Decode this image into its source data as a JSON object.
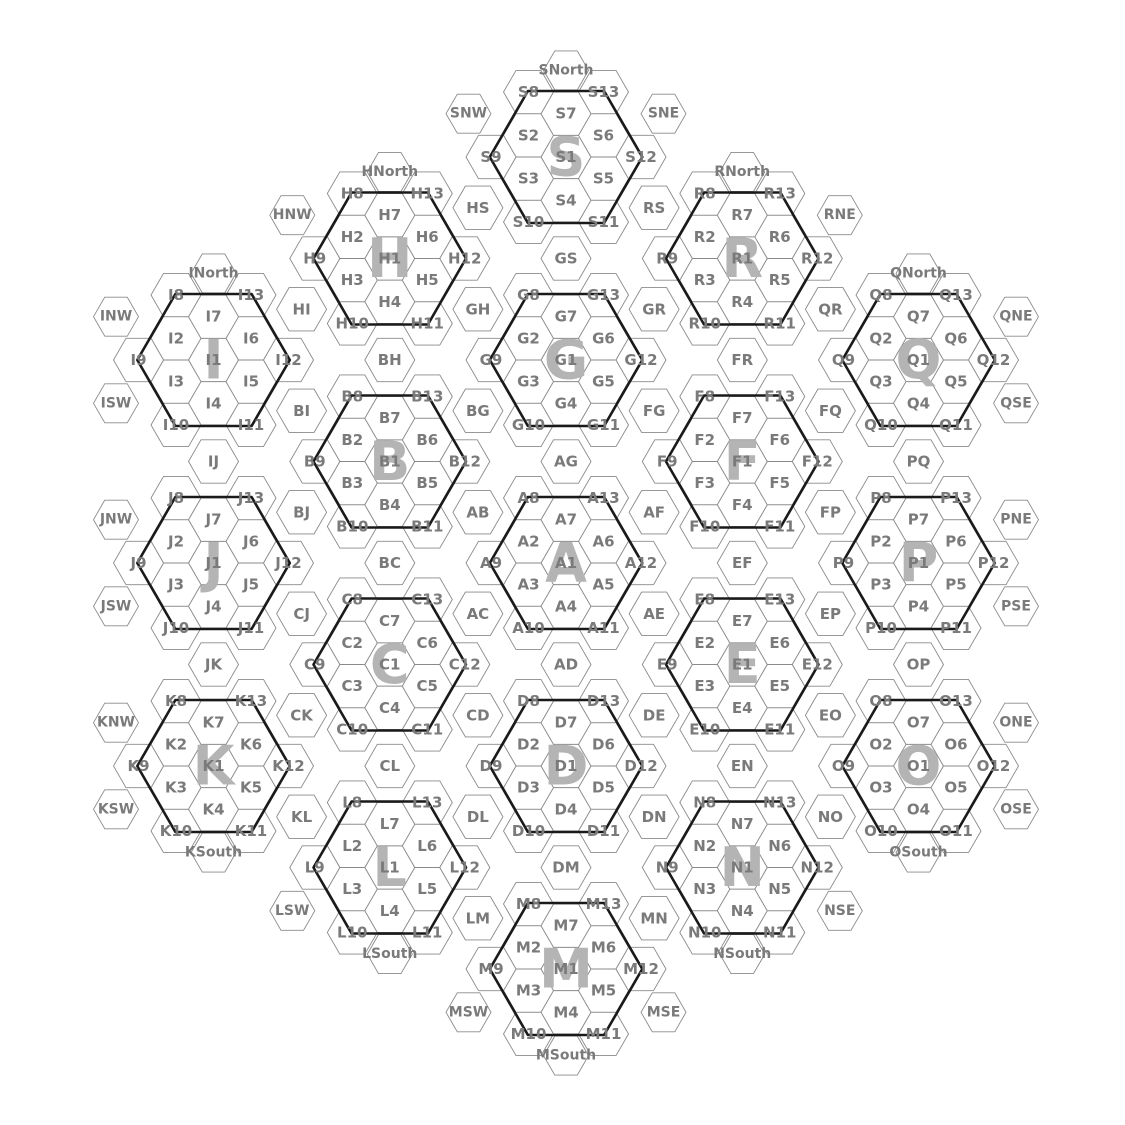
{
  "map": {
    "regions": [
      {
        "id": "A",
        "letter": "A",
        "cells": [
          "A1",
          "A2",
          "A3",
          "A4",
          "A5",
          "A6",
          "A7",
          "A8",
          "A9",
          "A10",
          "A11",
          "A12",
          "A13"
        ]
      },
      {
        "id": "B",
        "letter": "B",
        "cells": [
          "B1",
          "B2",
          "B3",
          "B4",
          "B5",
          "B6",
          "B7",
          "B8",
          "B9",
          "B10",
          "B11",
          "B12",
          "B13"
        ]
      },
      {
        "id": "C",
        "letter": "C",
        "cells": [
          "C1",
          "C2",
          "C3",
          "C4",
          "C5",
          "C6",
          "C7",
          "C8",
          "C9",
          "C10",
          "C11",
          "C12",
          "C13"
        ]
      },
      {
        "id": "D",
        "letter": "D",
        "cells": [
          "D1",
          "D2",
          "D3",
          "D4",
          "D5",
          "D6",
          "D7",
          "D8",
          "D9",
          "D10",
          "D11",
          "D12",
          "D13"
        ]
      },
      {
        "id": "E",
        "letter": "E",
        "cells": [
          "E1",
          "E2",
          "E3",
          "E4",
          "E5",
          "E6",
          "E7",
          "E8",
          "E9",
          "E10",
          "E11",
          "E12",
          "E13"
        ]
      },
      {
        "id": "F",
        "letter": "F",
        "cells": [
          "F1",
          "F2",
          "F3",
          "F4",
          "F5",
          "F6",
          "F7",
          "F8",
          "F9",
          "F10",
          "F11",
          "F12",
          "F13"
        ]
      },
      {
        "id": "G",
        "letter": "G",
        "cells": [
          "G1",
          "G2",
          "G3",
          "G4",
          "G5",
          "G6",
          "G7",
          "G8",
          "G9",
          "G10",
          "G11",
          "G12",
          "G13"
        ]
      },
      {
        "id": "H",
        "letter": "H",
        "cells": [
          "H1",
          "H2",
          "H3",
          "H4",
          "H5",
          "H6",
          "H7",
          "H8",
          "H9",
          "H10",
          "H11",
          "H12",
          "H13"
        ]
      },
      {
        "id": "I",
        "letter": "I",
        "cells": [
          "I1",
          "I2",
          "I3",
          "I4",
          "I5",
          "I6",
          "I7",
          "I8",
          "I9",
          "I10",
          "I11",
          "I12",
          "I13"
        ]
      },
      {
        "id": "J",
        "letter": "J",
        "cells": [
          "J1",
          "J2",
          "J3",
          "J4",
          "J5",
          "J6",
          "J7",
          "J8",
          "J9",
          "J10",
          "J11",
          "J12",
          "J13"
        ]
      },
      {
        "id": "K",
        "letter": "K",
        "cells": [
          "K1",
          "K2",
          "K3",
          "K4",
          "K5",
          "K6",
          "K7",
          "K8",
          "K9",
          "K10",
          "K11",
          "K12",
          "K13"
        ]
      },
      {
        "id": "L",
        "letter": "L",
        "cells": [
          "L1",
          "L2",
          "L3",
          "L4",
          "L5",
          "L6",
          "L7",
          "L8",
          "L9",
          "L10",
          "L11",
          "L12",
          "L13"
        ]
      },
      {
        "id": "M",
        "letter": "M",
        "cells": [
          "M1",
          "M2",
          "M3",
          "M4",
          "M5",
          "M6",
          "M7",
          "M8",
          "M9",
          "M10",
          "M11",
          "M12",
          "M13"
        ]
      },
      {
        "id": "N",
        "letter": "N",
        "cells": [
          "N1",
          "N2",
          "N3",
          "N4",
          "N5",
          "N6",
          "N7",
          "N8",
          "N9",
          "N10",
          "N11",
          "N12",
          "N13"
        ]
      },
      {
        "id": "O",
        "letter": "O",
        "cells": [
          "O1",
          "O2",
          "O3",
          "O4",
          "O5",
          "O6",
          "O7",
          "O8",
          "O9",
          "O10",
          "O11",
          "O12",
          "O13"
        ]
      },
      {
        "id": "P",
        "letter": "P",
        "cells": [
          "P1",
          "P2",
          "P3",
          "P4",
          "P5",
          "P6",
          "P7",
          "P8",
          "P9",
          "P10",
          "P11",
          "P12",
          "P13"
        ]
      },
      {
        "id": "Q",
        "letter": "Q",
        "cells": [
          "Q1",
          "Q2",
          "Q3",
          "Q4",
          "Q5",
          "Q6",
          "Q7",
          "Q8",
          "Q9",
          "Q10",
          "Q11",
          "Q12",
          "Q13"
        ]
      },
      {
        "id": "R",
        "letter": "R",
        "cells": [
          "R1",
          "R2",
          "R3",
          "R4",
          "R5",
          "R6",
          "R7",
          "R8",
          "R9",
          "R10",
          "R11",
          "R12",
          "R13"
        ]
      },
      {
        "id": "S",
        "letter": "S",
        "cells": [
          "S1",
          "S2",
          "S3",
          "S4",
          "S5",
          "S6",
          "S7",
          "S8",
          "S9",
          "S10",
          "S11",
          "S12",
          "S13"
        ]
      }
    ],
    "border_labels": [
      "AB",
      "AC",
      "AD",
      "AE",
      "AF",
      "AG",
      "BC",
      "BG",
      "BH",
      "BI",
      "BJ",
      "CD",
      "CJ",
      "CK",
      "CL",
      "DE",
      "DL",
      "DM",
      "DN",
      "EF",
      "EN",
      "EO",
      "EP",
      "FG",
      "FP",
      "FQ",
      "FR",
      "GH",
      "GR",
      "GS",
      "HI",
      "HS",
      "IJ",
      "JK",
      "KL",
      "LM",
      "MN",
      "NO",
      "OP",
      "PQ",
      "QR",
      "RS"
    ],
    "outer_labels": [
      "SNorth",
      "SNW",
      "SNE",
      "HNorth",
      "HNW",
      "RNorth",
      "RNE",
      "INorth",
      "INW",
      "ISW",
      "QNorth",
      "QNE",
      "QSE",
      "JNW",
      "JSW",
      "PNE",
      "PSE",
      "KNW",
      "KSW",
      "KSouth",
      "ONE",
      "OSE",
      "OSouth",
      "LSW",
      "LSouth",
      "NSE",
      "NSouth",
      "MSW",
      "MSE",
      "MSouth"
    ],
    "colors": {
      "cell_line": "#8a8a8a",
      "region_line": "#1a1a1a",
      "label": "#7a7a7a",
      "region_letter": "#b4b4b4",
      "background": "#ffffff"
    }
  }
}
